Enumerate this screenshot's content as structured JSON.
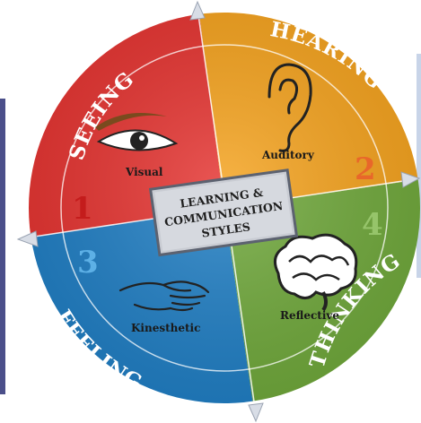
{
  "center_box": {
    "lines": [
      "LEARNING &",
      "COMMUNICATION",
      "STYLES"
    ]
  },
  "quadrants": [
    {
      "sector": "SEEING",
      "style": "Visual",
      "number": "1",
      "color": "#e5322f",
      "num_color": "#c41c1c"
    },
    {
      "sector": "HEARING",
      "style": "Auditory",
      "number": "2",
      "color": "#f5a21c",
      "num_color": "#e8672a"
    },
    {
      "sector": "THINKING",
      "style": "Reflective",
      "number": "4",
      "color": "#6fa83a",
      "num_color": "#96c46a"
    },
    {
      "sector": "FEELING",
      "style": "Kinesthetic",
      "number": "3",
      "color": "#1f7ec4",
      "num_color": "#5db0e6"
    }
  ],
  "icons": [
    "eye-icon",
    "ear-icon",
    "brain-icon",
    "hand-icon"
  ]
}
